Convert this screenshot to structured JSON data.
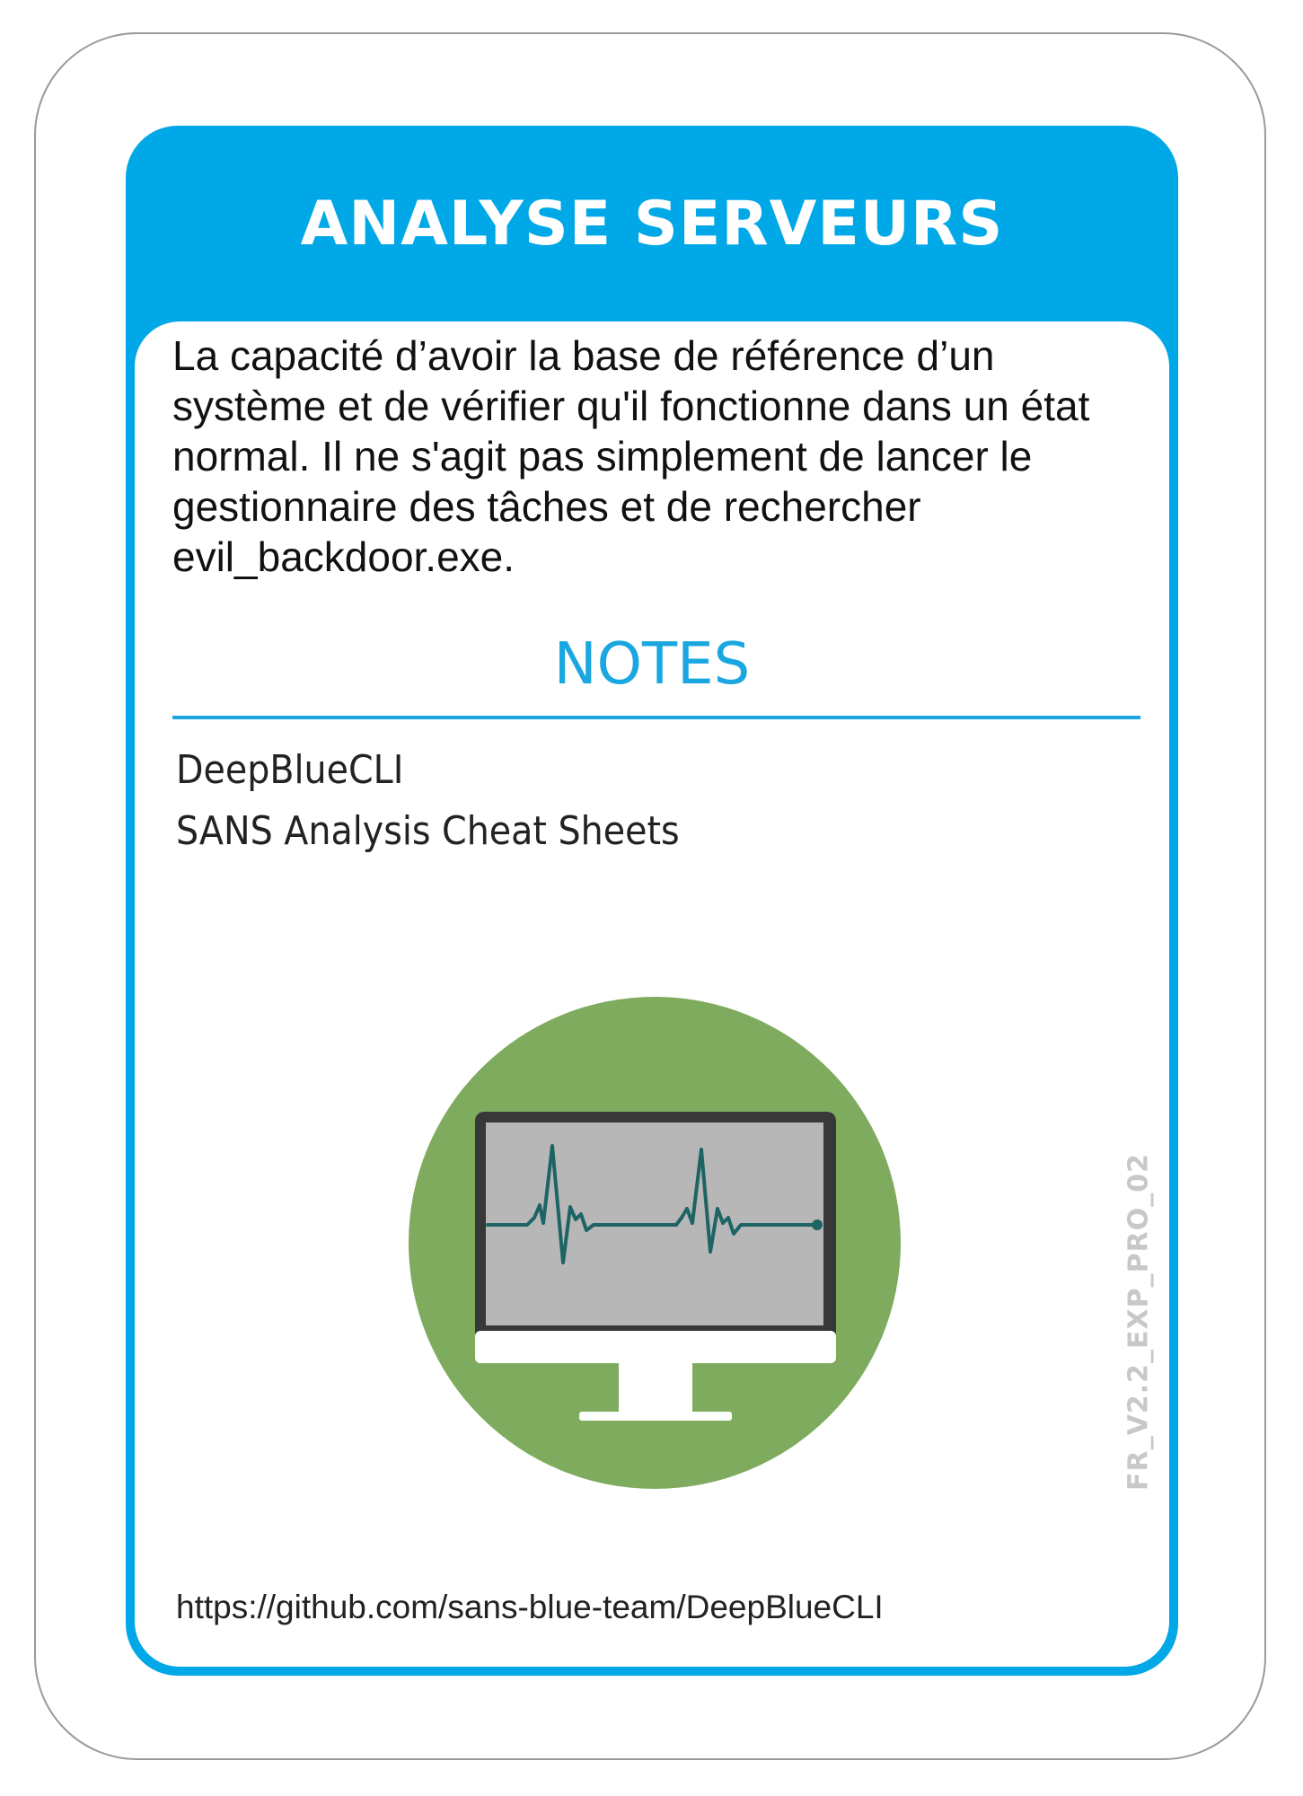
{
  "card": {
    "title": "ANALYSE SERVEURS",
    "description": "La capacité d’avoir la base de référence d’un système et de vérifier qu'il fonctionne dans un état normal. Il ne s'agit pas simplement de lancer le gestionnaire des tâches et de rechercher evil_backdoor.exe.",
    "notes_heading": "NOTES",
    "notes": [
      "DeepBlueCLI",
      "SANS Analysis Cheat Sheets"
    ],
    "illustration_icon": "monitor-heartbeat-icon",
    "version": "FR_V2.2_EXP_PRO_02",
    "link": "https://github.com/sans-blue-team/DeepBlueCLI"
  },
  "colors": {
    "accent_blue": "#00a8e8",
    "notes_blue": "#1aa7e0",
    "icon_circle_green": "#7eab5e",
    "screen_gray": "#b7b7b7",
    "heartbeat_teal": "#1f6464"
  }
}
